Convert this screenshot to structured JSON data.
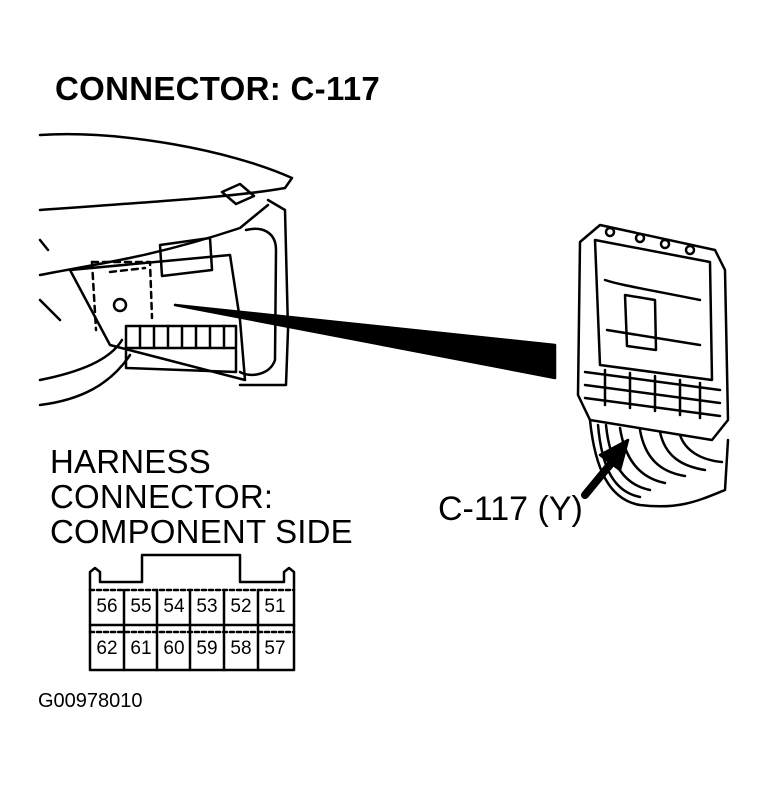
{
  "title": "CONNECTOR: C-117",
  "harness_label": {
    "line1": "HARNESS",
    "line2": "CONNECTOR:",
    "line3": "COMPONENT SIDE"
  },
  "callout_label": "C-117 (Y)",
  "figure_id": "G00978010",
  "connector_pins": {
    "top_row": [
      "56",
      "55",
      "54",
      "53",
      "52",
      "51"
    ],
    "bottom_row": [
      "62",
      "61",
      "60",
      "59",
      "58",
      "57"
    ]
  }
}
